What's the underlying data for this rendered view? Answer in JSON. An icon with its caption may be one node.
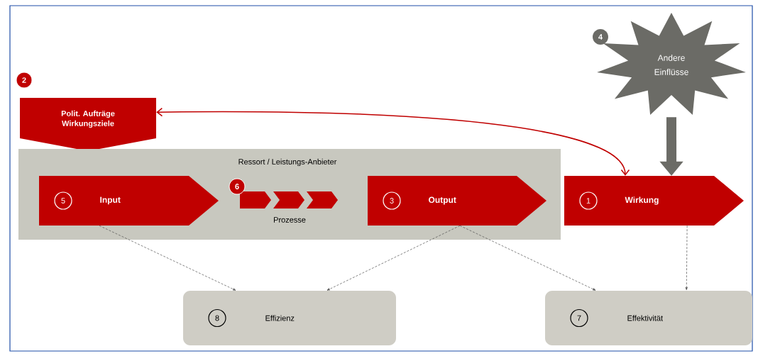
{
  "diagram": {
    "nodes": [
      {
        "text": [
          "Polit. Aufträge Wirkungsziele"
        ],
        "beside": [
          "2"
        ]
      },
      {
        "text": [
          "Ressort / Leistungs-Anbieter"
        ]
      },
      {
        "text": [
          "5",
          "Input"
        ],
        "in": 1
      },
      {
        "text": [
          "6",
          "Prozesse"
        ],
        "in": 1
      },
      {
        "text": [
          "3",
          "Output"
        ],
        "in": 1
      },
      {
        "text": [
          "1",
          "Wirkung"
        ]
      },
      {
        "text": [
          "Andere Einflüsse"
        ],
        "beside": [
          "4"
        ]
      },
      {
        "text": [
          "8",
          "Effizienz"
        ]
      },
      {
        "text": [
          "7",
          "Effektivität"
        ]
      }
    ],
    "edges": [
      {
        "from": 5,
        "to": 0,
        "arrow": "both",
        "color": "#c00000"
      },
      {
        "from": 6,
        "to": 5,
        "arrow": "to",
        "style": "thick",
        "color": "#6b6b66"
      },
      {
        "from": 2,
        "to": 7,
        "arrow": "to",
        "style": "dashed"
      },
      {
        "from": 4,
        "to": 7,
        "arrow": "to",
        "style": "dashed"
      },
      {
        "from": 4,
        "to": 8,
        "arrow": "to",
        "style": "dashed"
      },
      {
        "from": 5,
        "to": 8,
        "arrow": "to",
        "style": "dashed"
      }
    ]
  }
}
